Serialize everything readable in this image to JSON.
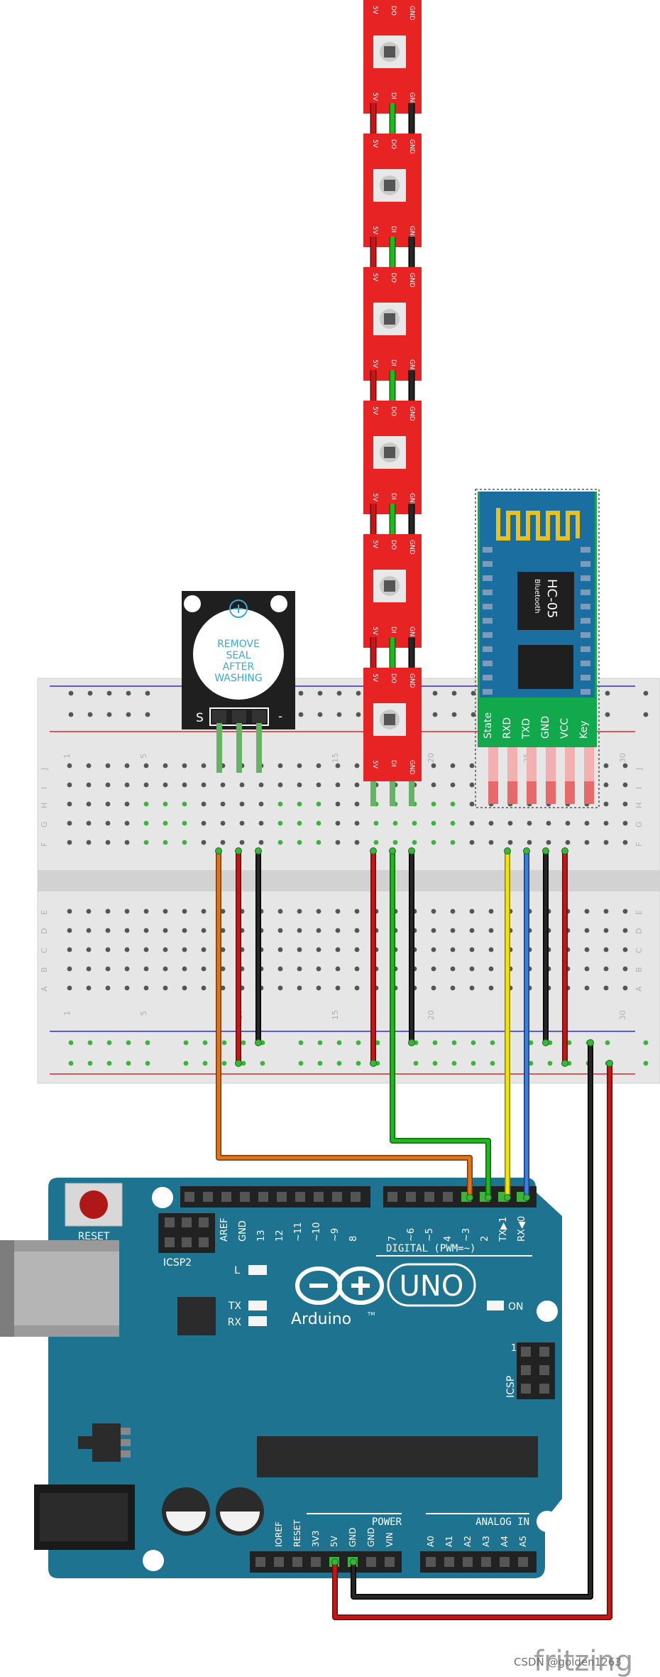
{
  "breadboard": {
    "row_letters_top": [
      "J",
      "I",
      "H",
      "G",
      "F"
    ],
    "row_letters_bottom": [
      "E",
      "D",
      "C",
      "B",
      "A"
    ],
    "column_numbers": [
      "1",
      "5",
      "10",
      "15",
      "20",
      "25",
      "30"
    ]
  },
  "buzzer": {
    "label_lines": [
      "REMOVE",
      "SEAL",
      "AFTER",
      "WASHING"
    ],
    "pin_s": "S",
    "pin_minus": "-"
  },
  "led_strip": {
    "pin_in": [
      "5V",
      "DI",
      "GND"
    ],
    "pin_out": [
      "5V",
      "DO",
      "GND"
    ]
  },
  "hc05": {
    "name": "HC-05",
    "sub": "Bluetooth",
    "pins": [
      "State",
      "RXD",
      "TXD",
      "GND",
      "VCC",
      "Key"
    ]
  },
  "arduino": {
    "reset_label": "RESET",
    "icsp2_label": "ICSP2",
    "icsp_label": "ICSP",
    "icsp_pin1": "1",
    "brand": "Arduino",
    "tm": "TM",
    "model": "UNO",
    "on_label": "ON",
    "l_label": "L",
    "tx_label": "TX",
    "rx_label": "RX",
    "digital_header_pins": [
      "AREF",
      "GND",
      "13",
      "12",
      "~11",
      "~10",
      "~9",
      "8"
    ],
    "digital_header2_pins": [
      "7",
      "~6",
      "~5",
      "4",
      "~3",
      "2",
      "TX▶1",
      "RX◀0"
    ],
    "digital_label": "DIGITAL (PWM=~)",
    "power_label": "POWER",
    "power_pins": [
      "IOREF",
      "RESET",
      "3V3",
      "5V",
      "GND",
      "GND",
      "VIN"
    ],
    "analog_label": "ANALOG IN",
    "analog_pins": [
      "A0",
      "A1",
      "A2",
      "A3",
      "A4",
      "A5"
    ]
  },
  "watermark": {
    "logo": "fritzing",
    "credit": "CSDN @golden1263"
  },
  "colors": {
    "board_teal": "#1e7391",
    "breadboard": "#e6e6e6",
    "strip_red": "#e82323",
    "hc05_green": "#12a84c",
    "wire_red": "#c21818",
    "wire_black": "#1a1a1a",
    "wire_green": "#1fb81f",
    "wire_orange": "#e0741c",
    "wire_yellow": "#f2e600",
    "wire_blue": "#3d7ee0"
  }
}
